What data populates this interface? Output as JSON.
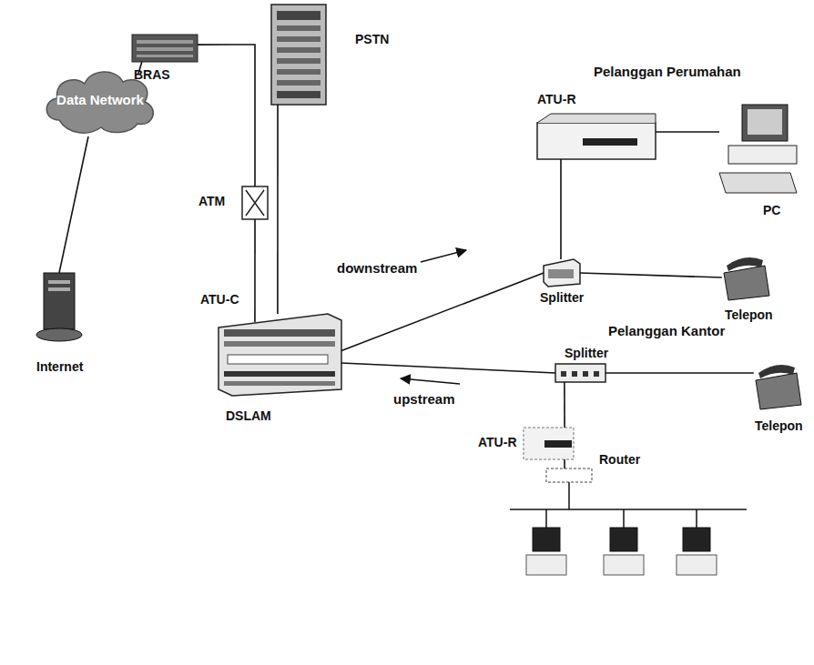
{
  "diagram": {
    "nodes": [
      {
        "text": [
          "Data Network"
        ]
      },
      {
        "text": [
          "BRAS"
        ]
      },
      {
        "text": [
          "PSTN"
        ]
      },
      {
        "text": [
          "ATM"
        ]
      },
      {
        "text": [
          "ATU-C",
          "DSLAM"
        ]
      },
      {
        "text": [
          "Internet"
        ]
      },
      {
        "text": [
          "ATU-R"
        ]
      },
      {
        "text": [
          "PC"
        ]
      },
      {
        "text": [
          "Splitter"
        ]
      },
      {
        "text": [
          "Telepon"
        ]
      },
      {
        "text": [
          "Splitter"
        ]
      },
      {
        "text": [
          "Telepon"
        ]
      },
      {
        "text": [
          "ATU-R"
        ]
      },
      {
        "text": [
          "Router"
        ]
      }
    ],
    "edges": [
      {
        "from": 0,
        "to": 1,
        "arrow": "none"
      },
      {
        "from": 0,
        "to": 5,
        "arrow": "none"
      },
      {
        "from": 1,
        "to": 3,
        "arrow": "none"
      },
      {
        "from": 3,
        "to": 4,
        "arrow": "none"
      },
      {
        "from": 2,
        "to": 4,
        "arrow": "none"
      },
      {
        "from": 4,
        "to": 8,
        "arrow": "none"
      },
      {
        "from": 8,
        "to": 6,
        "arrow": "none"
      },
      {
        "from": 6,
        "to": 7,
        "arrow": "none"
      },
      {
        "from": 8,
        "to": 9,
        "arrow": "none"
      },
      {
        "from": 4,
        "to": 10,
        "arrow": "none"
      },
      {
        "from": 10,
        "to": 11,
        "arrow": "none"
      },
      {
        "from": 10,
        "to": 12,
        "arrow": "none"
      },
      {
        "from": 12,
        "to": 13,
        "arrow": "none"
      }
    ],
    "labels": [
      "Pelanggan Perumahan",
      "downstream",
      "upstream",
      "Pelanggan Kantor"
    ]
  }
}
